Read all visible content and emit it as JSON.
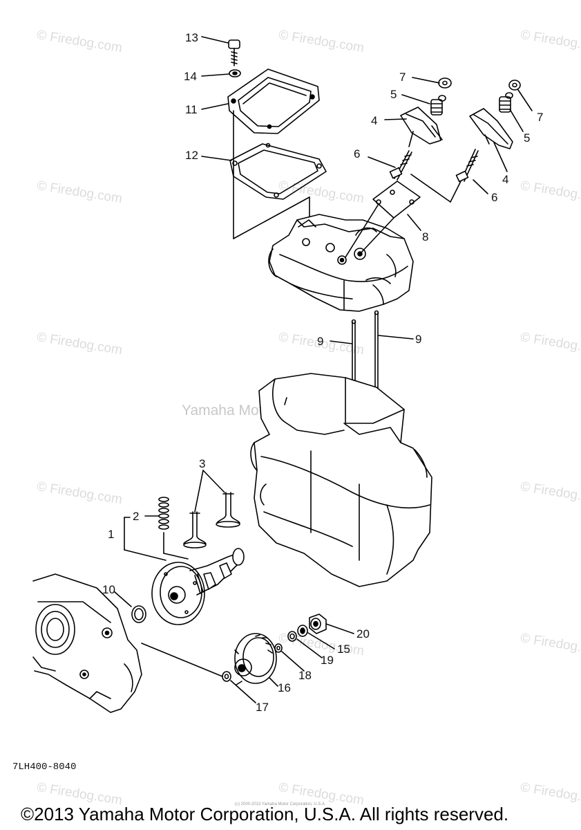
{
  "watermark": "© Firedog.com",
  "center_watermark": "Yamaha Motor Corp, U.S.A.",
  "diagram_code": "7LH400-8040",
  "tiny_notice": "(c) 2000-2013 Yamaha Motor Corporation, U.S.A.",
  "copyright": "©2013 Yamaha Motor Corporation, U.S.A. All rights reserved.",
  "callouts": {
    "c13": "13",
    "c14": "14",
    "c11": "11",
    "c12": "12",
    "c7a": "7",
    "c5a": "5",
    "c4a": "4",
    "c6a": "6",
    "c7b": "7",
    "c5b": "5",
    "c4b": "4",
    "c6b": "6",
    "c8": "8",
    "c9a": "9",
    "c9b": "9",
    "c3": "3",
    "c2": "2",
    "c1": "1",
    "c10": "10",
    "c20": "20",
    "c15": "15",
    "c19": "19",
    "c18": "18",
    "c16": "16",
    "c17": "17"
  }
}
